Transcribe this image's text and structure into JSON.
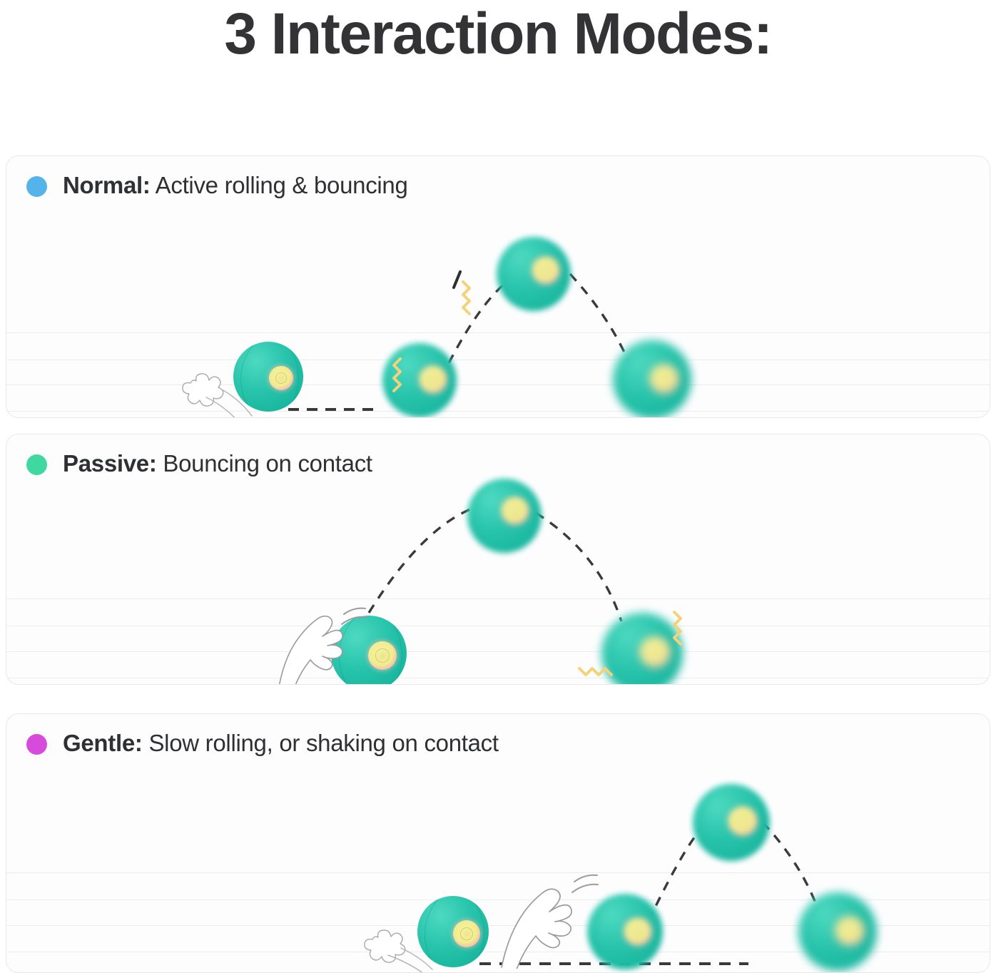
{
  "page": {
    "title": "3 Interaction Modes:",
    "background_color": "#ffffff",
    "title_color": "#333336"
  },
  "colors": {
    "ball_teal": "#27c3ab",
    "ball_eye_yellow": "#f2ec8f",
    "ball_eye_ring_pink": "#f6b3b0",
    "card_border": "#e8e8ea",
    "card_background": "#fdfdfe",
    "rule_line": "#ececed",
    "trajectory_dash": "#3a3a3c",
    "zigzag_yellow": "#f3d27a",
    "paw_outline": "#8b8b90"
  },
  "cards": [
    {
      "id": "normal",
      "dot_color": "#54b3e8",
      "dot_name": "normal-mode-dot",
      "label": "Normal:",
      "description": "Active rolling & bouncing"
    },
    {
      "id": "passive",
      "dot_color": "#3ed8a0",
      "dot_name": "passive-mode-dot",
      "label": "Passive:",
      "description": "Bouncing on contact"
    },
    {
      "id": "gentle",
      "dot_color": "#d64bdb",
      "dot_name": "gentle-mode-dot",
      "label": "Gentle:",
      "description": "Slow rolling, or shaking on contact"
    }
  ]
}
